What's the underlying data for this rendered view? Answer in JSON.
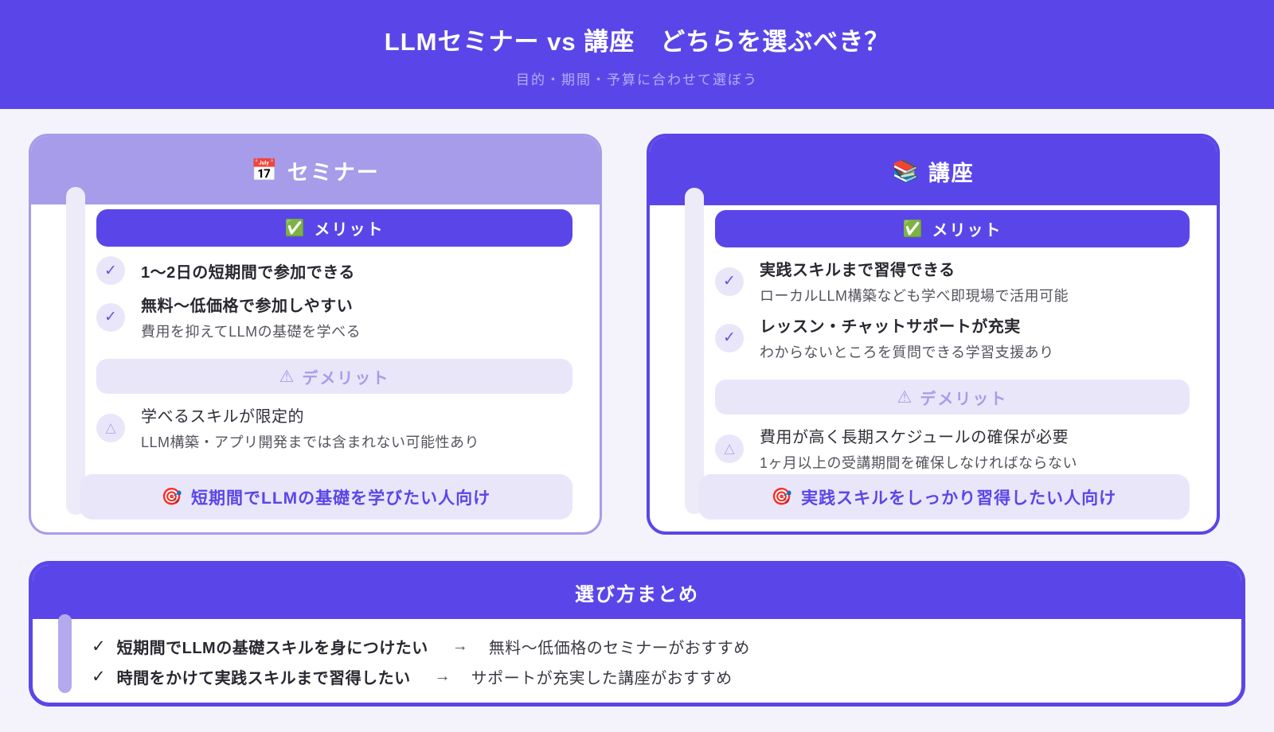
{
  "header": {
    "title": "LLMセミナー vs 講座　どちらを選ぶべき？",
    "subtitle": "目的・期間・予算に合わせて選ぼう"
  },
  "cards": [
    {
      "emoji": "📅",
      "title": "セミナー",
      "merit_emoji": "✅",
      "merit_label": "メリット",
      "merits": [
        {
          "icon": "✓",
          "title": "1〜2日の短期間で参加できる"
        },
        {
          "icon": "✓",
          "title": "無料〜低価格で参加しやすい",
          "sub": "費用を抑えてLLMの基礎を学べる"
        }
      ],
      "demerit_icon": "⚠",
      "demerit_label": "デメリット",
      "demerits": [
        {
          "icon": "△",
          "title": "学べるスキルが限定的",
          "sub": "LLM構築・アプリ開発までは含まれない可能性あり"
        }
      ],
      "target_emoji": "🎯",
      "target": "短期間でLLMの基礎を学びたい人向け"
    },
    {
      "emoji": "📚",
      "title": "講座",
      "merit_emoji": "✅",
      "merit_label": "メリット",
      "merits": [
        {
          "icon": "✓",
          "title": "実践スキルまで習得できる",
          "sub": "ローカルLLM構築なども学べ即現場で活用可能"
        },
        {
          "icon": "✓",
          "title": "レッスン・チャットサポートが充実",
          "sub": "わからないところを質問できる学習支援あり"
        }
      ],
      "demerit_icon": "⚠",
      "demerit_label": "デメリット",
      "demerits": [
        {
          "icon": "△",
          "title": "費用が高く長期スケジュールの確保が必要",
          "sub": "1ヶ月以上の受講期間を確保しなければならない"
        }
      ],
      "target_emoji": "🎯",
      "target": "実践スキルをしっかり習得したい人向け"
    }
  ],
  "summary": {
    "title": "選び方まとめ",
    "rows": [
      {
        "check": "✓",
        "goal": "短期間でLLMの基礎スキルを身につけたい",
        "arrow": "→",
        "recommendation": "無料〜低価格のセミナーがおすすめ"
      },
      {
        "check": "✓",
        "goal": "時間をかけて実践スキルまで習得したい",
        "arrow": "→",
        "recommendation": "サポートが充実した講座がおすすめ"
      }
    ]
  },
  "colors": {
    "primary_purple": "#5a46e8",
    "light_purple": "#a79ce9",
    "lavender_bg": "#e9e6fa",
    "accent_bar": "#edebf8",
    "summary_accent": "#b3a9ee",
    "page_bg": "#f4f3fb",
    "text_dark": "#29272f",
    "text_gray": "#55545e"
  }
}
